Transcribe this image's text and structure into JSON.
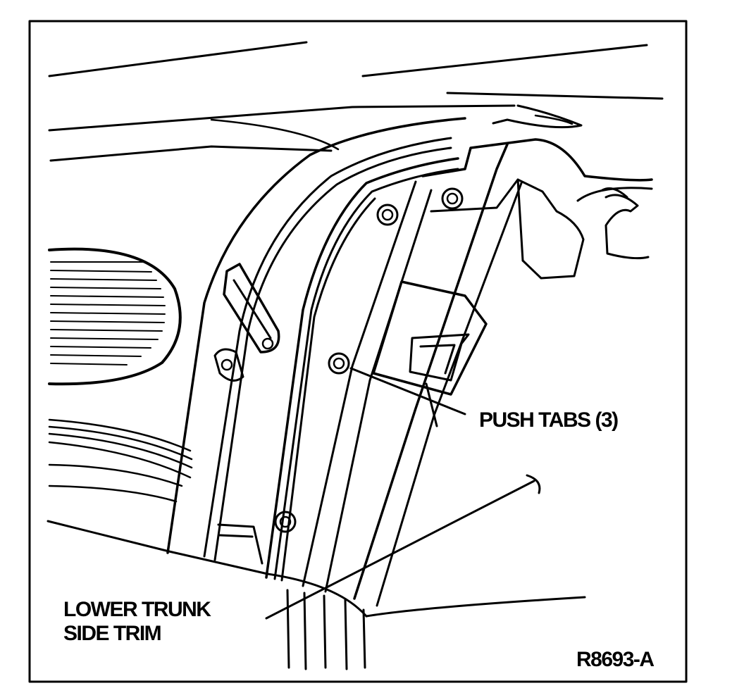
{
  "callouts": {
    "push_tabs": "PUSH TABS (3)",
    "lower_trunk_line1": "LOWER TRUNK",
    "lower_trunk_line2": "SIDE TRIM"
  },
  "figure_code": "R8693-A",
  "colors": {
    "ink": "#000000",
    "paper": "#ffffff"
  }
}
